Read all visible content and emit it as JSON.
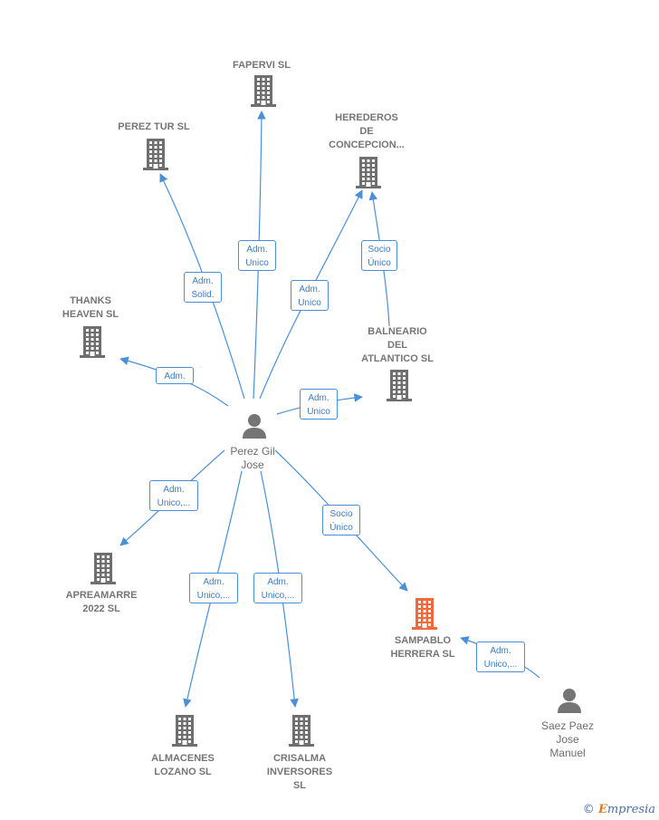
{
  "colors": {
    "edge": "#4a90d9",
    "building": "#6f6f6f",
    "building_highlight": "#f26a3b",
    "person": "#757575"
  },
  "nodes": {
    "faperviSl": {
      "label": "FAPERVI SL",
      "type": "company",
      "icon": "building-icon"
    },
    "perezTurSl": {
      "label": "PEREZ TUR SL",
      "type": "company",
      "icon": "building-icon"
    },
    "herederos": {
      "label": "HEREDEROS\nDE\nCONCEPCION...",
      "type": "company",
      "icon": "building-icon"
    },
    "thanksHeaven": {
      "label": "THANKS\nHEAVEN  SL",
      "type": "company",
      "icon": "building-icon"
    },
    "balneario": {
      "label": "BALNEARIO\nDEL\nATLANTICO SL",
      "type": "company",
      "icon": "building-icon"
    },
    "perezGil": {
      "label": "Perez Gil\nJose",
      "type": "person",
      "icon": "person-icon"
    },
    "apreamarre": {
      "label": "APREAMARRE\n2022  SL",
      "type": "company",
      "icon": "building-icon"
    },
    "sampablo": {
      "label": "SAMPABLO\nHERRERA  SL",
      "type": "company-highlight",
      "icon": "building-icon"
    },
    "almacenes": {
      "label": "ALMACENES\nLOZANO SL",
      "type": "company",
      "icon": "building-icon"
    },
    "crisalma": {
      "label": "CRISALMA\nINVERSORES\nSL",
      "type": "company",
      "icon": "building-icon"
    },
    "saezPaez": {
      "label": "Saez Paez\nJose\nManuel",
      "type": "person",
      "icon": "person-icon"
    }
  },
  "edges": [
    {
      "from": "perezGil",
      "to": "faperviSl",
      "label": "Adm.\nUnico"
    },
    {
      "from": "perezGil",
      "to": "perezTurSl",
      "label": "Adm.\nSolid."
    },
    {
      "from": "perezGil",
      "to": "herederos",
      "label": "Adm.\nUnico"
    },
    {
      "from": "balneario",
      "to": "herederos",
      "label": "Socio\nÚnico"
    },
    {
      "from": "perezGil",
      "to": "thanksHeaven",
      "label": "Adm."
    },
    {
      "from": "perezGil",
      "to": "balneario",
      "label": "Adm.\nUnico"
    },
    {
      "from": "perezGil",
      "to": "apreamarre",
      "label": "Adm.\nUnico,..."
    },
    {
      "from": "perezGil",
      "to": "sampablo",
      "label": "Socio\nÚnico"
    },
    {
      "from": "perezGil",
      "to": "almacenes",
      "label": "Adm.\nUnico,..."
    },
    {
      "from": "perezGil",
      "to": "crisalma",
      "label": "Adm.\nUnico,..."
    },
    {
      "from": "saezPaez",
      "to": "sampablo",
      "label": "Adm.\nUnico,..."
    }
  ],
  "footer": {
    "copyright": "©",
    "brand_initial": "E",
    "brand_rest": "mpresia"
  }
}
